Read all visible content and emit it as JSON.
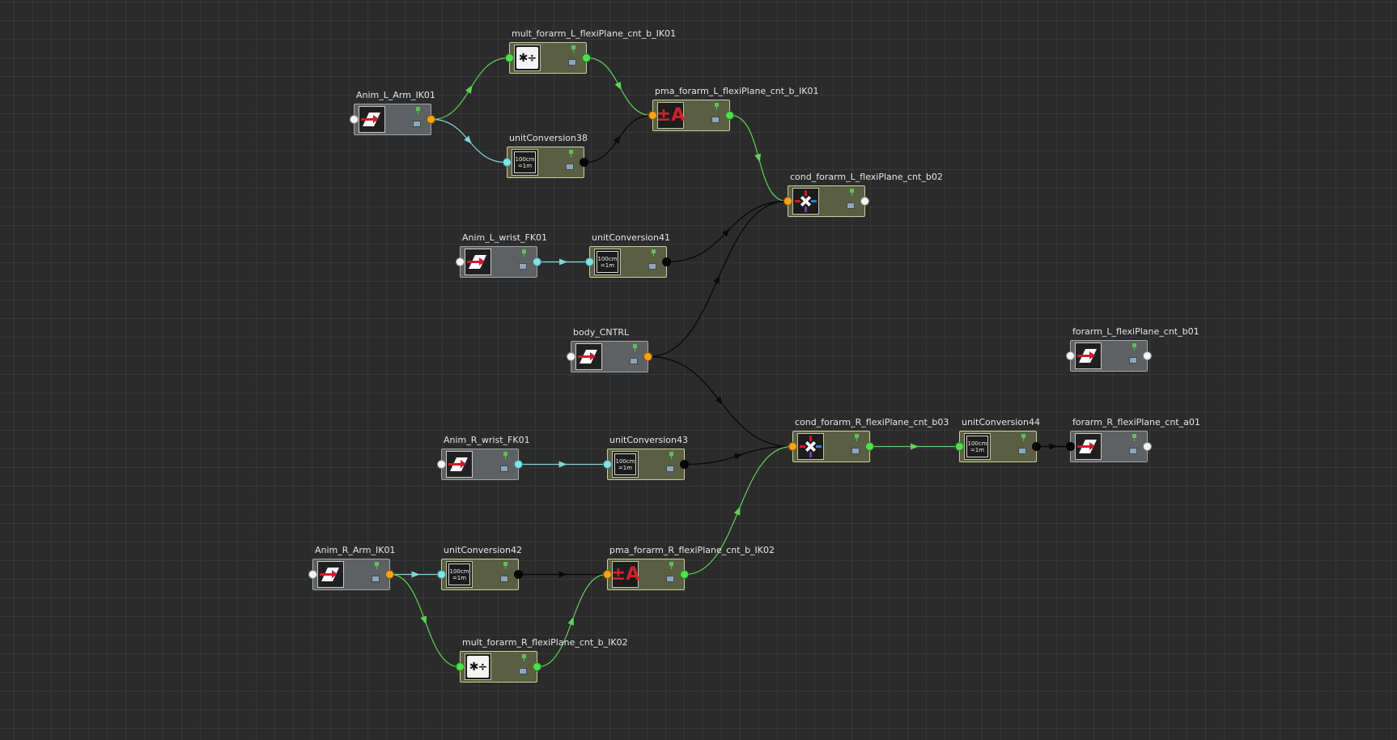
{
  "app": {
    "view": "Node Editor"
  },
  "colors": {
    "background": "#2b2b2b",
    "wire_green": "#5fd35a",
    "wire_cyan": "#7fd6dc",
    "wire_black": "#0a0a0a",
    "port_white": "#f4f4f4",
    "port_orange": "#f6a316",
    "port_green": "#4fe04a",
    "port_cyan": "#7fe3e8",
    "port_black": "#070707"
  },
  "nodes": [
    {
      "id": "n0",
      "label": "Anim_L_Arm_IK01",
      "kind": "transform",
      "icon": "transform-icon",
      "in": "white",
      "out": "orange"
    },
    {
      "id": "n1",
      "label": "mult_forarm_L_flexiPlane_cnt_b_IK01",
      "kind": "util",
      "icon": "multiply-divide-icon",
      "glyph": "✱÷",
      "in": "green",
      "out": "green"
    },
    {
      "id": "n2",
      "label": "unitConversion38",
      "kind": "util",
      "icon": "unit-conversion-icon",
      "glyph_top": "100cm",
      "glyph_bottom": "=1m",
      "in": "cyan",
      "out": "black"
    },
    {
      "id": "n3",
      "label": "pma_forarm_L_flexiPlane_cnt_b_IK01",
      "kind": "util",
      "icon": "plus-minus-average-icon",
      "glyph": "±A",
      "in": "orange",
      "out": "green"
    },
    {
      "id": "n4",
      "label": "cond_forarm_L_flexiPlane_cnt_b02",
      "kind": "util",
      "icon": "condition-icon",
      "in": "orange",
      "out": "white"
    },
    {
      "id": "n5",
      "label": "Anim_L_wrist_FK01",
      "kind": "transform",
      "icon": "transform-icon",
      "in": "white",
      "out": "cyan"
    },
    {
      "id": "n6",
      "label": "unitConversion41",
      "kind": "util",
      "icon": "unit-conversion-icon",
      "glyph_top": "100cm",
      "glyph_bottom": "=1m",
      "in": "cyan",
      "out": "black"
    },
    {
      "id": "n7",
      "label": "body_CNTRL",
      "kind": "transform",
      "icon": "transform-icon",
      "in": "white",
      "out": "orange"
    },
    {
      "id": "n8",
      "label": "forarm_L_flexiPlane_cnt_b01",
      "kind": "transform",
      "icon": "transform-icon",
      "in": "white",
      "out": "white"
    },
    {
      "id": "n9",
      "label": "cond_forarm_R_flexiPlane_cnt_b03",
      "kind": "util",
      "icon": "condition-icon",
      "in": "orange",
      "out": "green"
    },
    {
      "id": "n10",
      "label": "unitConversion44",
      "kind": "util",
      "icon": "unit-conversion-icon",
      "glyph_top": "100cm",
      "glyph_bottom": "=1m",
      "in": "green",
      "out": "black"
    },
    {
      "id": "n11",
      "label": "forarm_R_flexiPlane_cnt_a01",
      "kind": "transform",
      "icon": "transform-icon",
      "in": "black",
      "out": "white"
    },
    {
      "id": "n12",
      "label": "Anim_R_wrist_FK01",
      "kind": "transform",
      "icon": "transform-icon",
      "in": "white",
      "out": "cyan"
    },
    {
      "id": "n13",
      "label": "unitConversion43",
      "kind": "util",
      "icon": "unit-conversion-icon",
      "glyph_top": "100cm",
      "glyph_bottom": "=1m",
      "in": "cyan",
      "out": "black"
    },
    {
      "id": "n14",
      "label": "Anim_R_Arm_IK01",
      "kind": "transform",
      "icon": "transform-icon",
      "in": "white",
      "out": "orange"
    },
    {
      "id": "n15",
      "label": "unitConversion42",
      "kind": "util",
      "icon": "unit-conversion-icon",
      "glyph_top": "100cm",
      "glyph_bottom": "=1m",
      "in": "cyan",
      "out": "black"
    },
    {
      "id": "n16",
      "label": "pma_forarm_R_flexiPlane_cnt_b_IK02",
      "kind": "util",
      "icon": "plus-minus-average-icon",
      "glyph": "±A",
      "in": "orange",
      "out": "green"
    },
    {
      "id": "n17",
      "label": "mult_forarm_R_flexiPlane_cnt_b_IK02",
      "kind": "util",
      "icon": "multiply-divide-icon",
      "glyph": "✱÷",
      "in": "green",
      "out": "green"
    }
  ],
  "connections": [
    {
      "from": "n0",
      "to": "n1",
      "color": "green"
    },
    {
      "from": "n0",
      "to": "n2",
      "color": "cyan"
    },
    {
      "from": "n1",
      "to": "n3",
      "color": "green"
    },
    {
      "from": "n2",
      "to": "n3",
      "color": "black"
    },
    {
      "from": "n3",
      "to": "n4",
      "color": "green"
    },
    {
      "from": "n5",
      "to": "n6",
      "color": "cyan"
    },
    {
      "from": "n6",
      "to": "n4",
      "color": "black"
    },
    {
      "from": "n7",
      "to": "n4",
      "color": "black"
    },
    {
      "from": "n7",
      "to": "n9",
      "color": "black"
    },
    {
      "from": "n12",
      "to": "n13",
      "color": "cyan"
    },
    {
      "from": "n13",
      "to": "n9",
      "color": "black"
    },
    {
      "from": "n9",
      "to": "n10",
      "color": "green"
    },
    {
      "from": "n10",
      "to": "n11",
      "color": "black"
    },
    {
      "from": "n14",
      "to": "n15",
      "color": "cyan"
    },
    {
      "from": "n14",
      "to": "n17",
      "color": "green"
    },
    {
      "from": "n15",
      "to": "n16",
      "color": "black"
    },
    {
      "from": "n17",
      "to": "n16",
      "color": "green"
    },
    {
      "from": "n16",
      "to": "n9",
      "color": "green"
    }
  ]
}
